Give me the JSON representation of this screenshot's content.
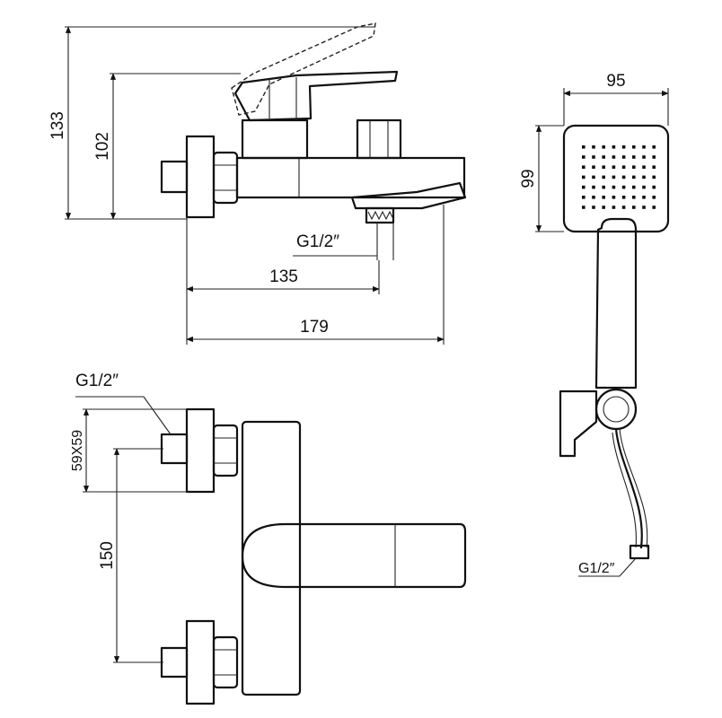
{
  "dimensions": {
    "height_overall": "133",
    "height_body": "102",
    "spout_reach": "179",
    "outlet_offset": "135",
    "center_distance": "150",
    "flange_size": "59X59",
    "shower_width": "95",
    "shower_height": "99"
  },
  "threads": {
    "outlet_thread": "G1/2″",
    "inlet_thread": "G1/2″",
    "hose_thread": "G1/2″"
  }
}
